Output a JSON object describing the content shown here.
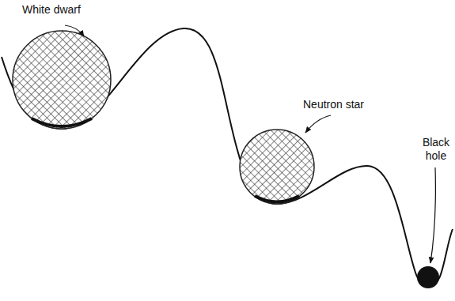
{
  "diagram": {
    "labels": [
      "White dwarf",
      "Neutron star",
      "Black hole"
    ]
  }
}
